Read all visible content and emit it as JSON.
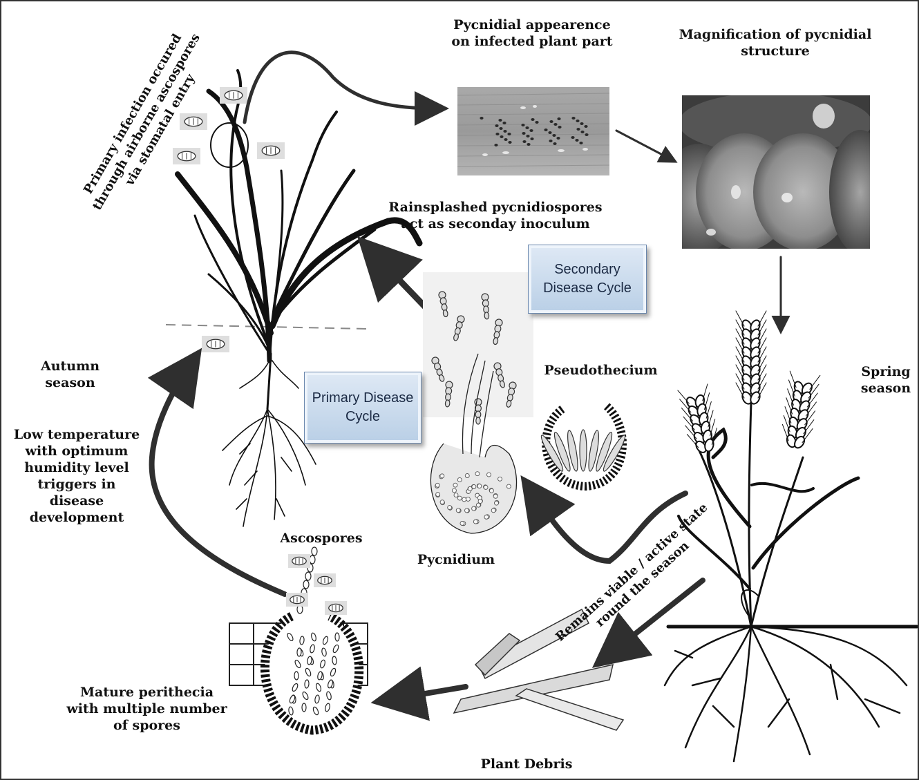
{
  "labels": {
    "primary_infection": "Primary infection occured through airborne ascospores via stomatal entry",
    "pycnidial_appearance": "Pycnidial appearence on infected plant part",
    "magnification": "Magnification of pycnidial structure",
    "rainsplashed": "Rainsplashed pycnidiospores act as seconday inoculum",
    "secondary_cycle": "Secondary Disease Cycle",
    "primary_cycle": "Primary Disease Cycle",
    "autumn": "Autumn season",
    "low_temperature": "Low temperature with optimum humidity level triggers in disease development",
    "pseudothecium": "Pseudothecium",
    "spring": "Spring season",
    "ascospores": "Ascospores",
    "pycnidium": "Pycnidium",
    "remains_viable": "Remains viable / active state round the season",
    "mature_perithecia": "Mature perithecia with multiple number of spores",
    "plant_debris": "Plant Debris"
  },
  "colors": {
    "arrow": "#2f2f2f",
    "box_fill": "#c9dbee",
    "box_border": "#6a87ad"
  }
}
